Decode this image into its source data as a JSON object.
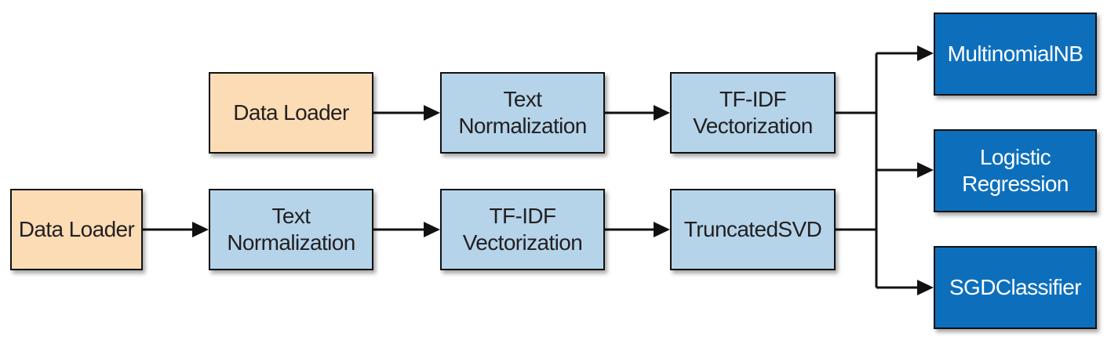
{
  "pipeline_top": {
    "data_loader": "Data Loader",
    "text_normalization": [
      "Text",
      "Normalization"
    ],
    "tfidf_vectorization": [
      "TF-IDF",
      "Vectorization"
    ]
  },
  "pipeline_bottom": {
    "data_loader": "Data Loader",
    "text_normalization": [
      "Text",
      "Normalization"
    ],
    "tfidf_vectorization": [
      "TF-IDF",
      "Vectorization"
    ],
    "truncated_svd": "TruncatedSVD"
  },
  "models": {
    "multinomial_nb": "MultinomialNB",
    "logistic_regression": [
      "Logistic",
      "Regression"
    ],
    "sgd_classifier": "SGDClassifier"
  },
  "colors": {
    "loader_fill": "#fbdcb5",
    "step_fill": "#b5d4ea",
    "model_fill": "#0d6fbc",
    "border": "#111111"
  }
}
